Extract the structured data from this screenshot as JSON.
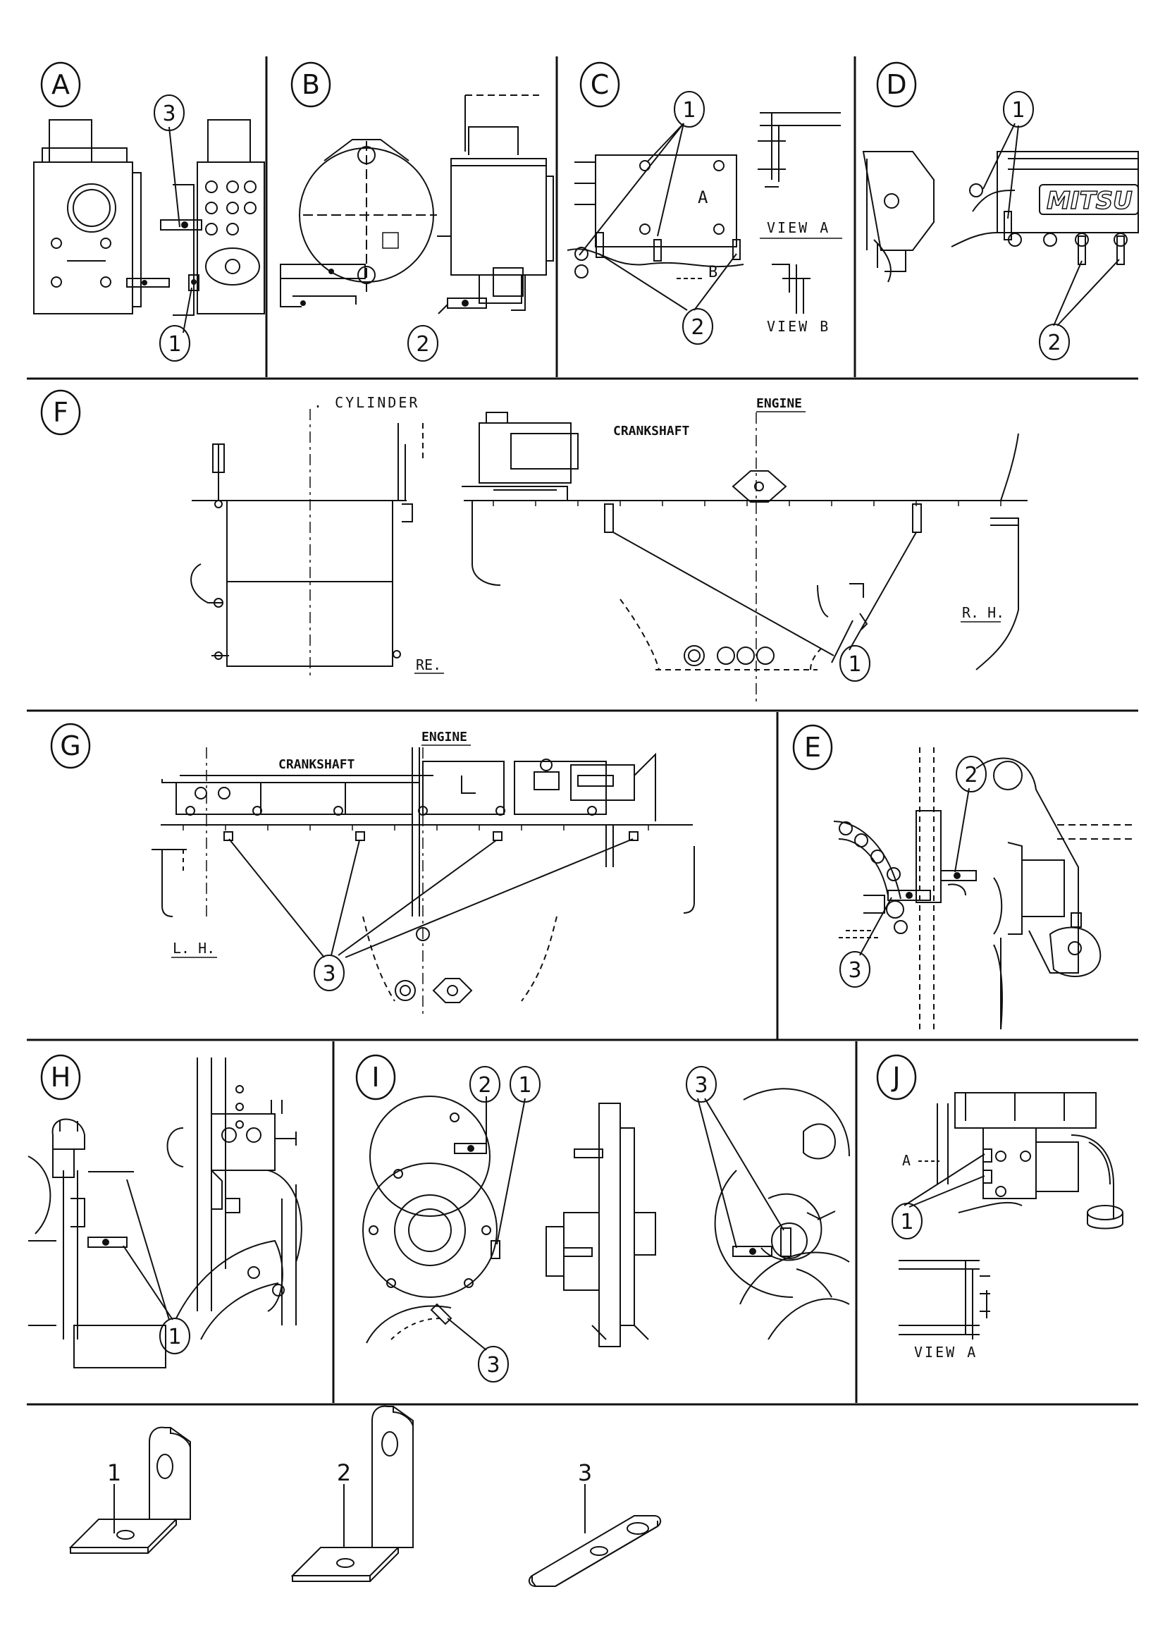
{
  "panels": {
    "A": {
      "letter": "A",
      "callouts": [
        "3",
        "1"
      ]
    },
    "B": {
      "letter": "B",
      "callouts": [
        "2"
      ]
    },
    "C": {
      "letter": "C",
      "callouts": [
        "1",
        "2"
      ],
      "view_a": "VIEW A",
      "view_b": "VIEW B",
      "arrow_a": "A",
      "arrow_b": "B",
      "label_a": "A"
    },
    "D": {
      "letter": "D",
      "callouts": [
        "1",
        "2"
      ],
      "brand": "MITSU"
    },
    "F": {
      "letter": "F",
      "callouts": [
        "1"
      ],
      "cylinder": ". CYLINDER",
      "crankshaft": "CRANKSHAFT",
      "engine": "ENGINE",
      "rh": "R. H.",
      "re": "RE."
    },
    "G": {
      "letter": "G",
      "callouts": [
        "3"
      ],
      "crankshaft": "CRANKSHAFT",
      "engine": "ENGINE",
      "lh": "L. H."
    },
    "E": {
      "letter": "E",
      "callouts": [
        "2",
        "3"
      ]
    },
    "H": {
      "letter": "H",
      "callouts": [
        "1"
      ]
    },
    "I": {
      "letter": "I",
      "callouts": [
        "2",
        "1",
        "3"
      ]
    },
    "J": {
      "letter": "J",
      "callouts": [
        "1"
      ],
      "arrow_a": "A",
      "view_a": "VIEW A"
    }
  },
  "brackets": [
    "1",
    "2",
    "3"
  ]
}
